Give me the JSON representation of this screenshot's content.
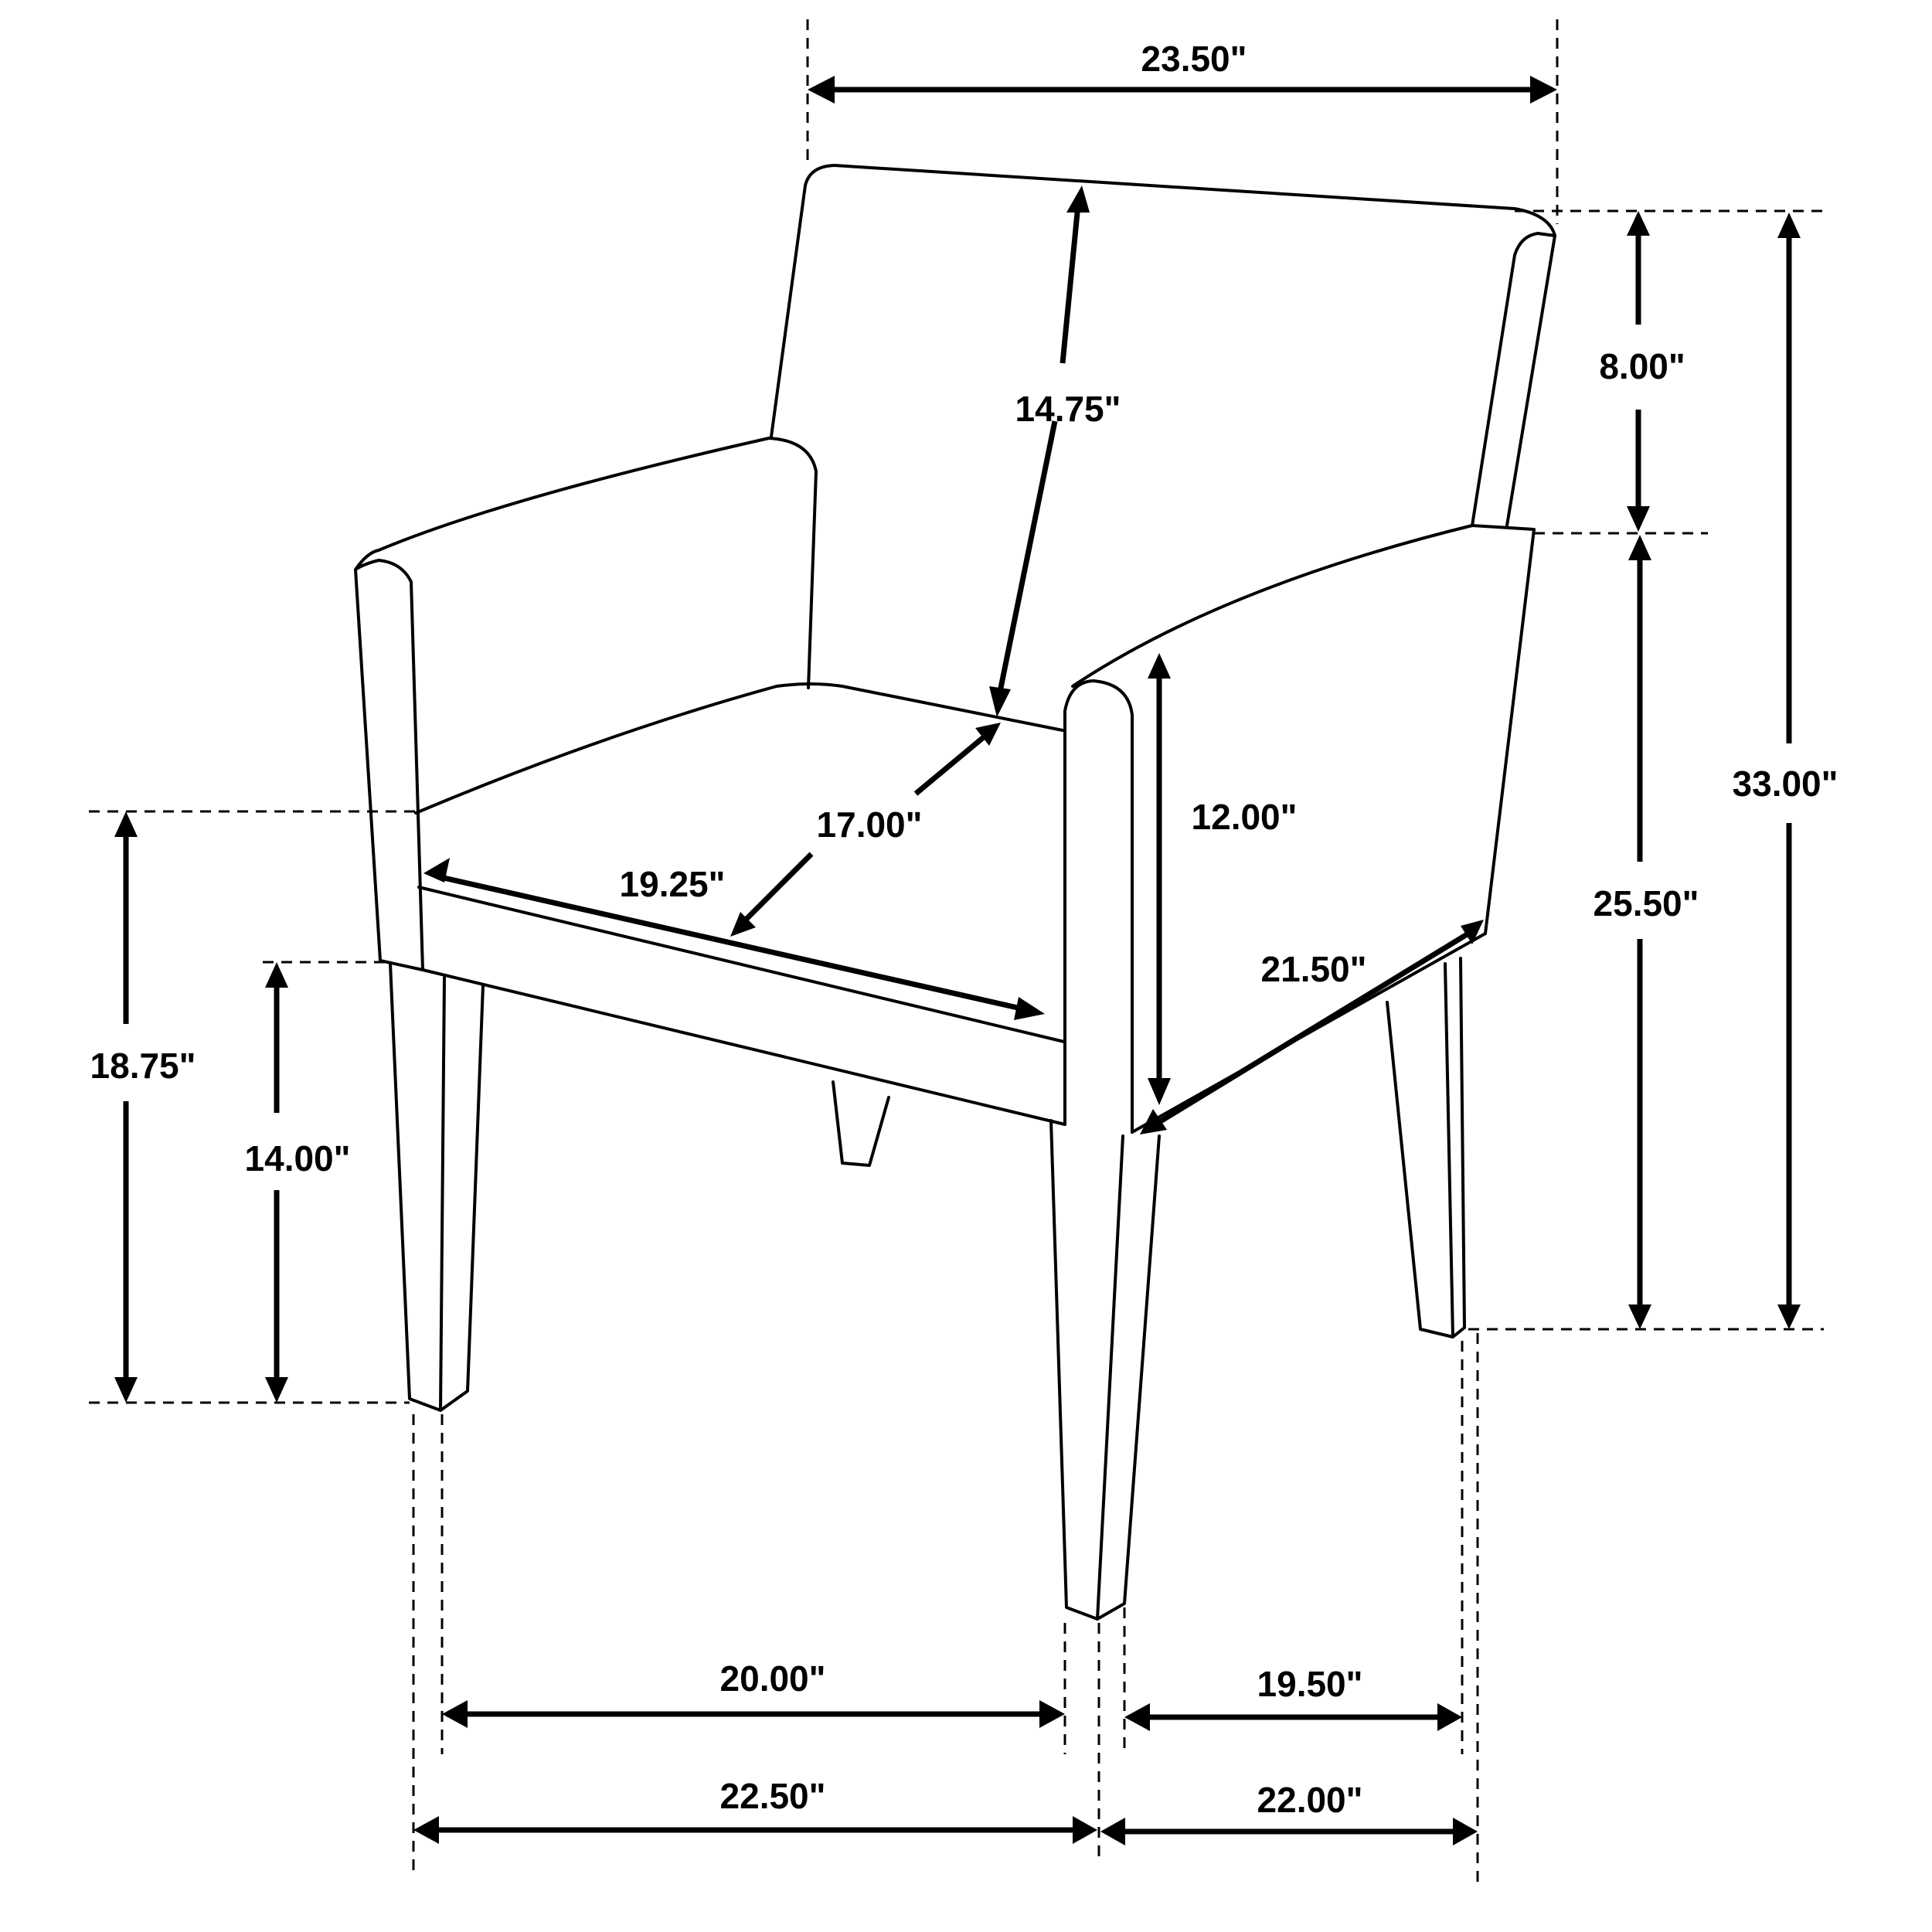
{
  "diagram": {
    "subject": "Upholstered armchair dimension drawing",
    "units": "inches",
    "line_color": "#000000",
    "background": "#ffffff",
    "dimensions": {
      "overall_width": "23.50\"",
      "back_height_above_arm": "8.00\"",
      "overall_height": "33.00\"",
      "arm_height": "25.50\"",
      "inner_back_height": "14.75\"",
      "seat_depth": "17.00\"",
      "seat_width": "19.25\"",
      "arm_height_above_seat": "12.00\"",
      "side_depth": "21.50\"",
      "seat_height": "18.75\"",
      "apron_clearance": "14.00\"",
      "leg_span_front": "20.00\"",
      "leg_span_side": "19.50\"",
      "base_width": "22.50\"",
      "base_depth": "22.00\""
    }
  }
}
